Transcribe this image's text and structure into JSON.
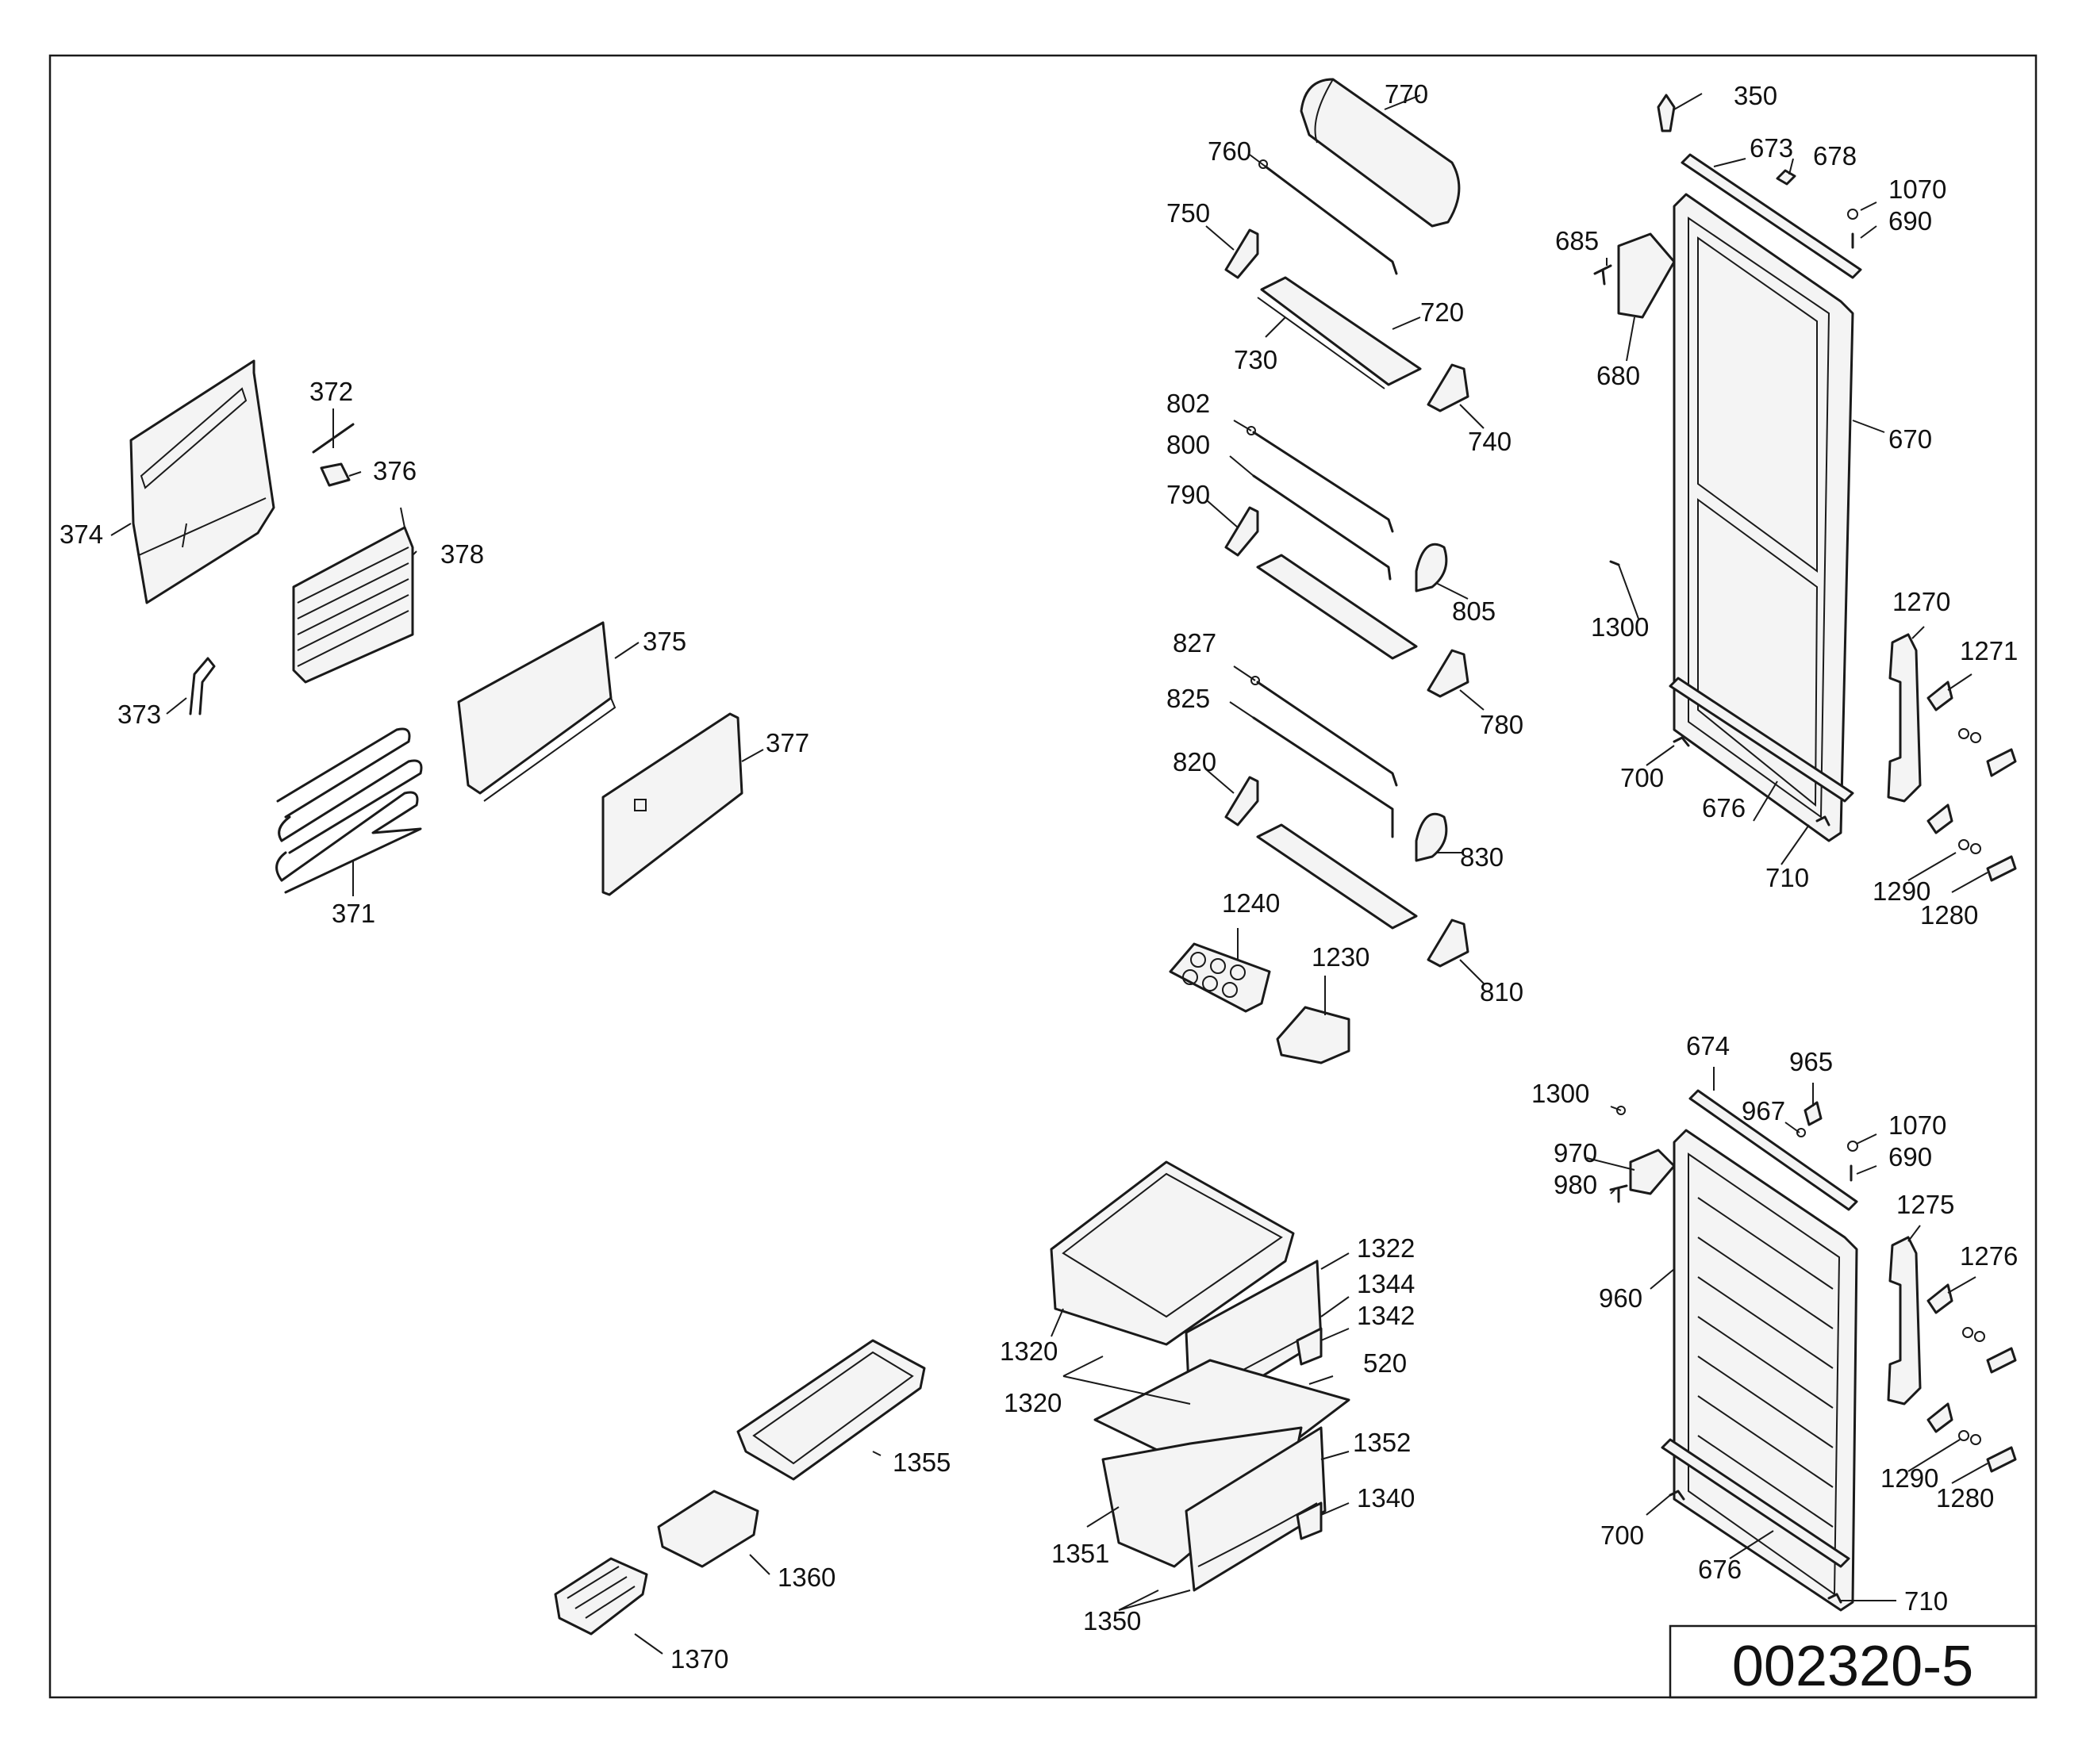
{
  "document_number": "002320-5",
  "callouts": [
    {
      "id": "c770",
      "text": "770"
    },
    {
      "id": "c760",
      "text": "760"
    },
    {
      "id": "c750",
      "text": "750"
    },
    {
      "id": "c720",
      "text": "720"
    },
    {
      "id": "c730",
      "text": "730"
    },
    {
      "id": "c740",
      "text": "740"
    },
    {
      "id": "c802",
      "text": "802"
    },
    {
      "id": "c800",
      "text": "800"
    },
    {
      "id": "c790",
      "text": "790"
    },
    {
      "id": "c805",
      "text": "805"
    },
    {
      "id": "c827",
      "text": "827"
    },
    {
      "id": "c825",
      "text": "825"
    },
    {
      "id": "c780",
      "text": "780"
    },
    {
      "id": "c820",
      "text": "820"
    },
    {
      "id": "c830",
      "text": "830"
    },
    {
      "id": "c1240",
      "text": "1240"
    },
    {
      "id": "c1230",
      "text": "1230"
    },
    {
      "id": "c810",
      "text": "810"
    },
    {
      "id": "c350",
      "text": "350"
    },
    {
      "id": "c673",
      "text": "673"
    },
    {
      "id": "c678",
      "text": "678"
    },
    {
      "id": "c1070a",
      "text": "1070"
    },
    {
      "id": "c690a",
      "text": "690"
    },
    {
      "id": "c685",
      "text": "685"
    },
    {
      "id": "c680",
      "text": "680"
    },
    {
      "id": "c670",
      "text": "670"
    },
    {
      "id": "c1300a",
      "text": "1300"
    },
    {
      "id": "c1270",
      "text": "1270"
    },
    {
      "id": "c1271",
      "text": "1271"
    },
    {
      "id": "c700a",
      "text": "700"
    },
    {
      "id": "c676a",
      "text": "676"
    },
    {
      "id": "c710a",
      "text": "710"
    },
    {
      "id": "c1290a",
      "text": "1290"
    },
    {
      "id": "c1280a",
      "text": "1280"
    },
    {
      "id": "c372",
      "text": "372"
    },
    {
      "id": "c376",
      "text": "376"
    },
    {
      "id": "c374",
      "text": "374"
    },
    {
      "id": "c378",
      "text": "378"
    },
    {
      "id": "c375",
      "text": "375"
    },
    {
      "id": "c373",
      "text": "373"
    },
    {
      "id": "c377",
      "text": "377"
    },
    {
      "id": "c371",
      "text": "371"
    },
    {
      "id": "c674",
      "text": "674"
    },
    {
      "id": "c965",
      "text": "965"
    },
    {
      "id": "c1300b",
      "text": "1300"
    },
    {
      "id": "c967",
      "text": "967"
    },
    {
      "id": "c1070b",
      "text": "1070"
    },
    {
      "id": "c970",
      "text": "970"
    },
    {
      "id": "c690b",
      "text": "690"
    },
    {
      "id": "c980",
      "text": "980"
    },
    {
      "id": "c1275",
      "text": "1275"
    },
    {
      "id": "c1276",
      "text": "1276"
    },
    {
      "id": "c960",
      "text": "960"
    },
    {
      "id": "c1290b",
      "text": "1290"
    },
    {
      "id": "c1280b",
      "text": "1280"
    },
    {
      "id": "c700b",
      "text": "700"
    },
    {
      "id": "c676b",
      "text": "676"
    },
    {
      "id": "c710b",
      "text": "710"
    },
    {
      "id": "c1322",
      "text": "1322"
    },
    {
      "id": "c1344",
      "text": "1344"
    },
    {
      "id": "c1342",
      "text": "1342"
    },
    {
      "id": "c520",
      "text": "520"
    },
    {
      "id": "c1320a",
      "text": "1320"
    },
    {
      "id": "c1320b",
      "text": "1320"
    },
    {
      "id": "c1352",
      "text": "1352"
    },
    {
      "id": "c1340",
      "text": "1340"
    },
    {
      "id": "c1351",
      "text": "1351"
    },
    {
      "id": "c1350",
      "text": "1350"
    },
    {
      "id": "c1355",
      "text": "1355"
    },
    {
      "id": "c1360",
      "text": "1360"
    },
    {
      "id": "c1370",
      "text": "1370"
    }
  ]
}
